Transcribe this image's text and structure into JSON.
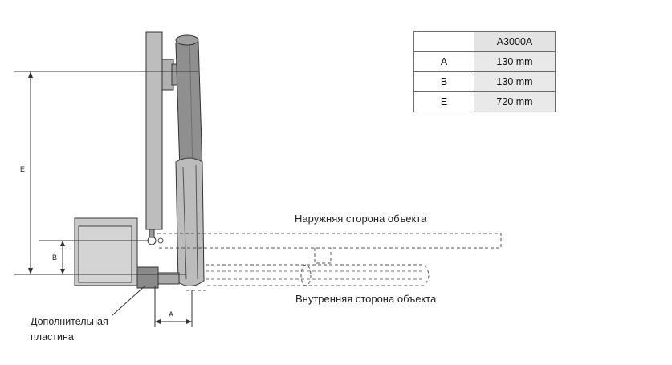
{
  "diagram": {
    "dimension_labels": {
      "e": "E",
      "b": "B",
      "a": "A"
    },
    "outer_side_label": "Наружняя сторона объекта",
    "inner_side_label": "Внутренняя сторона объекта",
    "plate_label_line1": "Дополнительная",
    "plate_label_line2": "пластина"
  },
  "spec_table": {
    "header": [
      "",
      "A3000A"
    ],
    "rows": [
      {
        "param": "A",
        "value": "130 mm"
      },
      {
        "param": "B",
        "value": "130 mm"
      },
      {
        "param": "E",
        "value": "720 mm"
      }
    ]
  }
}
